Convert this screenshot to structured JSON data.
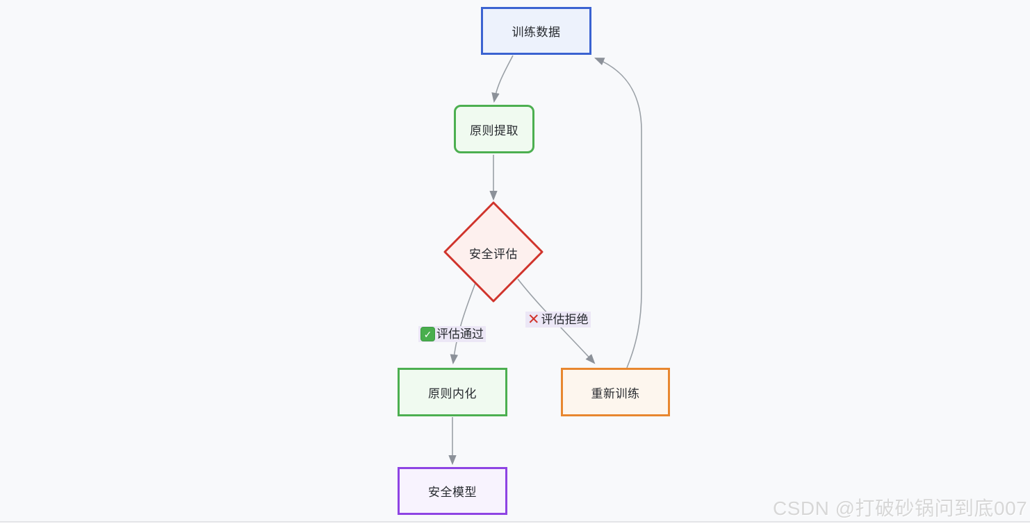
{
  "diagram": {
    "type": "flowchart",
    "nodes": [
      {
        "id": "train-data",
        "label": "训练数据",
        "shape": "rectangle",
        "border_color": "#3b63d1",
        "fill_color": "#edf2fc"
      },
      {
        "id": "principle-extract",
        "label": "原则提取",
        "shape": "rounded-rectangle",
        "border_color": "#4caf50",
        "fill_color": "#f0faf0"
      },
      {
        "id": "safety-eval",
        "label": "安全评估",
        "shape": "diamond",
        "border_color": "#d0342c",
        "fill_color": "#fdf0ee"
      },
      {
        "id": "principle-internalize",
        "label": "原则内化",
        "shape": "rectangle",
        "border_color": "#4caf50",
        "fill_color": "#f0faf0"
      },
      {
        "id": "retrain",
        "label": "重新训练",
        "shape": "rectangle",
        "border_color": "#e8872f",
        "fill_color": "#fdf6ee"
      },
      {
        "id": "safe-model",
        "label": "安全模型",
        "shape": "rectangle",
        "border_color": "#8e44e3",
        "fill_color": "#f8f3fe"
      }
    ],
    "edges": [
      {
        "from": "train-data",
        "to": "principle-extract",
        "label": ""
      },
      {
        "from": "principle-extract",
        "to": "safety-eval",
        "label": ""
      },
      {
        "from": "safety-eval",
        "to": "principle-internalize",
        "label": "评估通过",
        "icon": "check-badge-icon"
      },
      {
        "from": "safety-eval",
        "to": "retrain",
        "label": "评估拒绝",
        "icon": "cross-mark-icon"
      },
      {
        "from": "retrain",
        "to": "train-data",
        "label": ""
      },
      {
        "from": "principle-internalize",
        "to": "safe-model",
        "label": ""
      }
    ],
    "edge_labels": {
      "pass": {
        "icon_glyph": "✓",
        "text": "评估通过"
      },
      "reject": {
        "icon_glyph": "✕",
        "text": "评估拒绝"
      }
    },
    "colors": {
      "edge_stroke": "#9aa0a6",
      "arrowhead": "#8c9199",
      "edge_label_bg": "#ece7f6",
      "canvas_bg": "#f8f9fb"
    }
  },
  "watermark": {
    "text": "CSDN @打破砂锅问到底007"
  }
}
